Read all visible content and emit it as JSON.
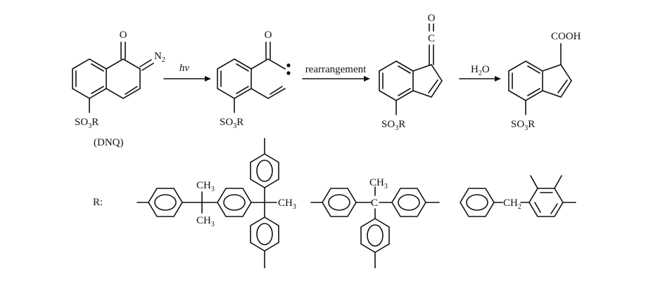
{
  "arrows": {
    "a1_label": "hv",
    "a2_label": "rearrangement",
    "a3_label_main": "H",
    "a3_label_sub": "2",
    "a3_label_tail": "O"
  },
  "dnq": {
    "caption": "(DNQ)",
    "o": "O",
    "n2_main": "N",
    "n2_sub": "2"
  },
  "sulfonate": {
    "so": "SO",
    "sub": "3",
    "r": "R"
  },
  "carbene": {
    "o": "O"
  },
  "ketene": {
    "o": "O",
    "c": "C"
  },
  "acid": {
    "cooh": "COOH"
  },
  "r_groups": {
    "label": "R:",
    "ch3_main": "CH",
    "ch3_sub": "3",
    "c": "C",
    "ch2_main": "CH",
    "ch2_sub": "2"
  }
}
